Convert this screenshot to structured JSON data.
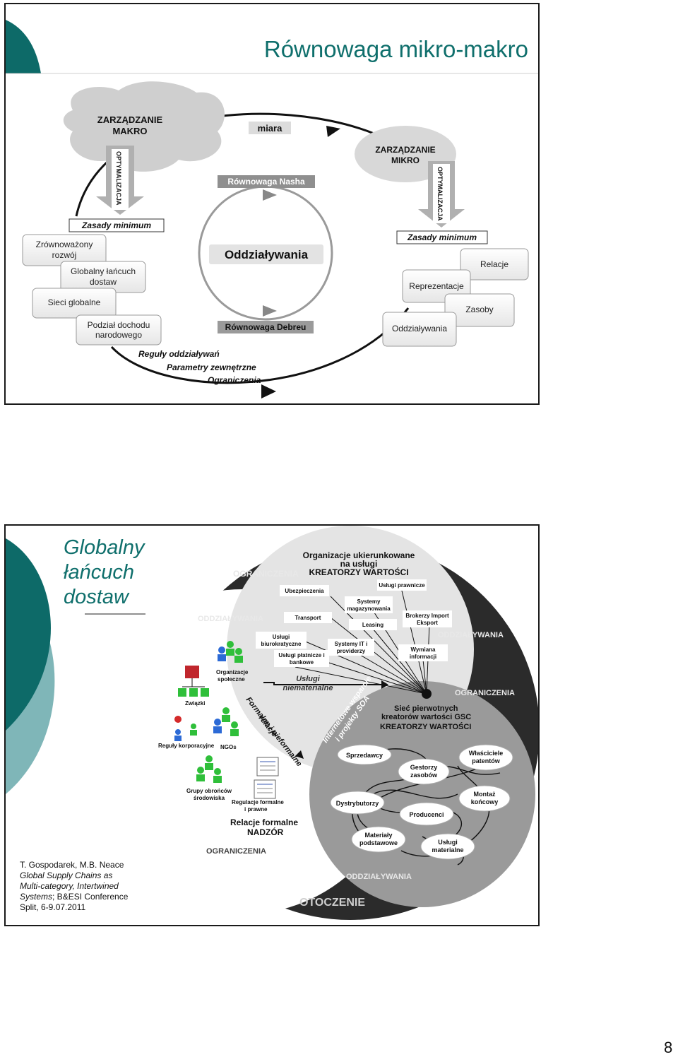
{
  "slide1": {
    "title": "Równowaga mikro-makro",
    "macro_cloud": [
      "ZARZĄDZANIE",
      "MAKRO"
    ],
    "micro_cloud": [
      "ZARZĄDZANIE",
      "MIKRO"
    ],
    "optimization_label": "OPTYMALIZACJA",
    "measure_label": "miara",
    "nash_label": "Równowaga Nasha",
    "interactions_center": "Oddziaływania",
    "debreu_label": "Równowaga Debreu",
    "left_rules_label": "Zasady minimum",
    "right_rules_label": "Zasady minimum",
    "left_boxes": {
      "sustainable": [
        "Zrównoważony",
        "rozwój"
      ],
      "global_chain": [
        "Globalny łańcuch",
        "dostaw"
      ],
      "global_networks": "Sieci globalne",
      "income_division": [
        "Podział dochodu",
        "narodowego"
      ]
    },
    "right_boxes": {
      "relations": "Relacje",
      "representations": "Reprezentacje",
      "resources": "Zasoby",
      "interactions": "Oddziaływania"
    },
    "bottom_labels": [
      "Reguły oddziaływań",
      "Parametry zewnętrzne",
      "Ograniczenia"
    ]
  },
  "slide2": {
    "title": [
      "Globalny",
      "łańcuch",
      "dostaw"
    ],
    "service_orgs": [
      "Organizacje ukierunkowane",
      "na usługi",
      "KREATORZY WARTOŚCI"
    ],
    "services": {
      "insurance": "Ubezpieczenia",
      "legal": "Usługi prawnicze",
      "warehousing": [
        "Systemy",
        "magazynowania"
      ],
      "transport": "Transport",
      "leasing": "Leasing",
      "brokers": [
        "Brokerzy Import",
        "Eksport"
      ],
      "bureaucratic": [
        "Usługi",
        "biurokratyczne"
      ],
      "it_systems": [
        "Systemy IT i",
        "providerzy"
      ],
      "info_exchange": [
        "Wymiana",
        "informacji"
      ],
      "payment": [
        "Usługi płatnicze i",
        "bankowe"
      ],
      "intangible": [
        "Usługi",
        "niematerialne"
      ]
    },
    "social": {
      "social_orgs": [
        "Organizacje",
        "społeczne"
      ],
      "unions": "Związki",
      "corporate_rules": "Reguły korporacyjne",
      "ngos": "NGOs",
      "env_groups": [
        "Grupy obrońców",
        "środowiska"
      ],
      "regulations": [
        "Regulacje formalne",
        "i prawne"
      ],
      "formal_relations": [
        "Relacje formalne",
        "NADZÓR"
      ]
    },
    "formal_informal": [
      "Formalne i nieformalne",
      "relacje"
    ],
    "internet_support": [
      "Internetowe wsparcie",
      "i projekty SOA"
    ],
    "gsc_network": [
      "Sieć pierwotnych",
      "kreatorów wartości GSC",
      "KREATORZY WARTOŚCI"
    ],
    "gsc_nodes": {
      "sellers": "Sprzedawcy",
      "resource_managers": [
        "Gestorzy",
        "zasobów"
      ],
      "patent_owners": [
        "Właściciele",
        "patentów"
      ],
      "distributors": "Dystrybutorzy",
      "producers": "Producenci",
      "final_assembly": [
        "Montaż",
        "końcowy"
      ],
      "raw_materials": [
        "Materiały",
        "podstawowe"
      ],
      "material_services": [
        "Usługi",
        "materialne"
      ]
    },
    "ring_labels": {
      "constraints_top": "OGRANICZENIA",
      "interactions_left": "ODDZIAŁYWANIA",
      "interactions_right": "ODDZIAŁYWANIA",
      "constraints_right": "OGRANICZENIA",
      "constraints_bottom": "OGRANICZENIA",
      "interactions_bottom": "ODDZIAŁYWANIA",
      "environment": "OTOCZENIE"
    },
    "citation": {
      "authors": "T. Gospodarek, M.B. Neace",
      "title_lines": [
        "Global Supply Chains as",
        "Multi-category, Intertwined",
        "Systems"
      ],
      "title_suffix": "; B&ESI Conference",
      "place_date": "Split, 6-9.07.2011"
    }
  },
  "page_number": "8"
}
